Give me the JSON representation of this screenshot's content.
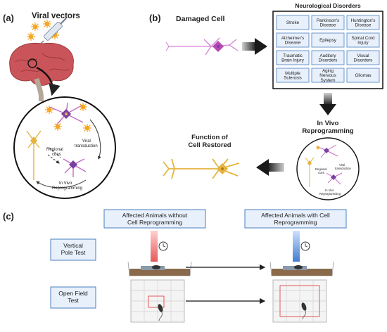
{
  "panel_a": {
    "label": "(a)",
    "title": "Viral vectors",
    "arrow_label_1": "Viral",
    "arrow_label_2": "transduction",
    "cues_1": "Regional",
    "cues_2": "cues",
    "reprog_1": "In Vivo",
    "reprog_2": "Reprogramming"
  },
  "panel_b": {
    "label": "(b)",
    "damaged_cell": "Damaged Cell",
    "disorders_title": "Neurological Disorders",
    "disorders": [
      [
        "Stroke"
      ],
      [
        "Parkinson's",
        "Disease"
      ],
      [
        "Huntington's",
        "Disease"
      ],
      [
        "Alzheimer's",
        "Disease"
      ],
      [
        "Epilepsy"
      ],
      [
        "Spinal Cord",
        "Injury"
      ],
      [
        "Traumatic",
        "Brain Injury"
      ],
      [
        "Auditory",
        "Disorders"
      ],
      [
        "Visual",
        "Disorders"
      ],
      [
        "Multiple",
        "Sclerosis"
      ],
      [
        "Aging",
        "Nervous",
        "System"
      ],
      [
        "Gliomas"
      ]
    ],
    "in_vivo_1": "In Vivo",
    "in_vivo_2": "Reprogramming",
    "function_1": "Function of",
    "function_2": "Cell Restored",
    "mini_viral_1": "Viral",
    "mini_viral_2": "transduction",
    "mini_cues_1": "Regional",
    "mini_cues_2": "cues",
    "mini_reprog_1": "In Vivo",
    "mini_reprog_2": "Reprogramming"
  },
  "panel_c": {
    "label": "(c)",
    "header_without_1": "Affected Animals without",
    "header_without_2": "Cell Reprogramming",
    "header_with_1": "Affected Animals with Cell",
    "header_with_2": "Reprogramming",
    "test_1_1": "Vertical",
    "test_1_2": "Pole Test",
    "test_2_1": "Open Field",
    "test_2_2": "Test"
  },
  "colors": {
    "neuron_purple": "#7b3fa0",
    "neuron_pink": "#c46cc4",
    "neuron_yellow": "#e5b440",
    "virus_orange": "#f5a623",
    "box_blue": "#4a7fc1",
    "box_fill": "#e8f0fb",
    "red_arrow": "#e04848",
    "blue_arrow": "#2f6fc8"
  }
}
